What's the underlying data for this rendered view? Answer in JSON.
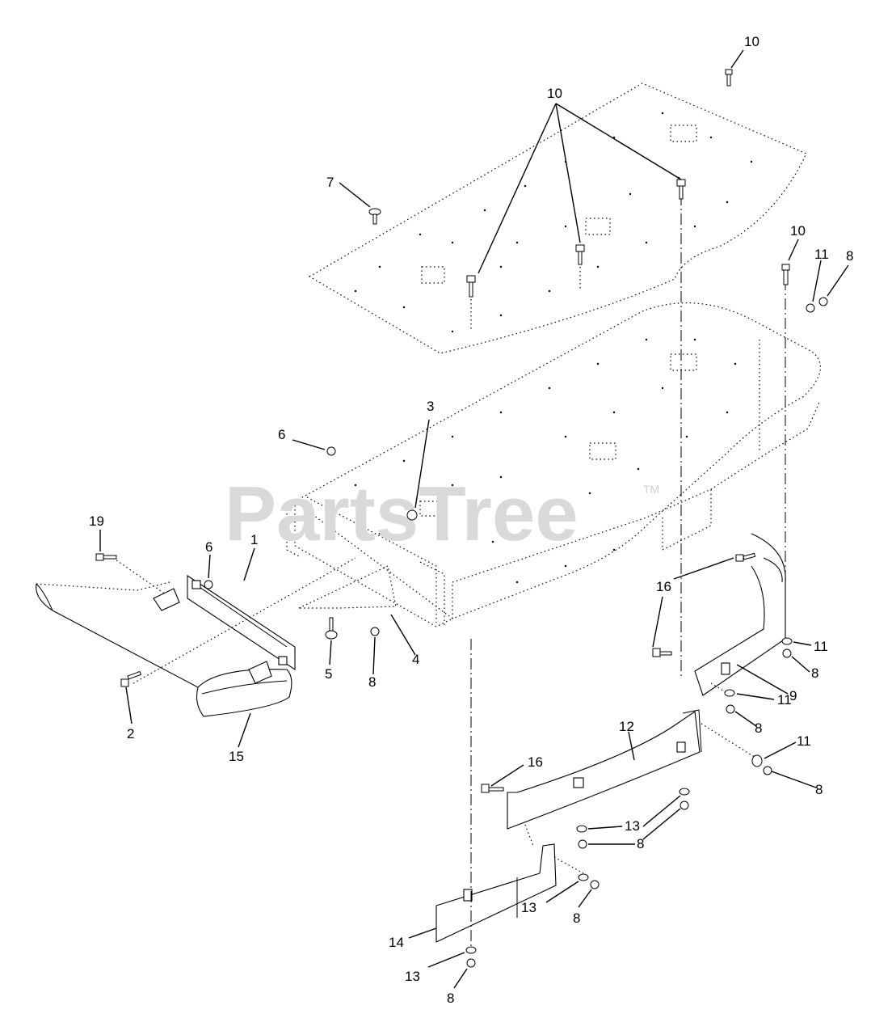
{
  "watermark": {
    "text": "PartsTree",
    "trademark": "TM"
  },
  "callouts": [
    {
      "id": "c1",
      "text": "10"
    },
    {
      "id": "c2",
      "text": "10"
    },
    {
      "id": "c3",
      "text": "7"
    },
    {
      "id": "c4",
      "text": "10"
    },
    {
      "id": "c5",
      "text": "11"
    },
    {
      "id": "c6",
      "text": "8"
    },
    {
      "id": "c7",
      "text": "6"
    },
    {
      "id": "c8",
      "text": "3"
    },
    {
      "id": "c9",
      "text": "19"
    },
    {
      "id": "c10",
      "text": "6"
    },
    {
      "id": "c11",
      "text": "1"
    },
    {
      "id": "c12",
      "text": "16"
    },
    {
      "id": "c13",
      "text": "11"
    },
    {
      "id": "c14",
      "text": "8"
    },
    {
      "id": "c15",
      "text": "5"
    },
    {
      "id": "c16",
      "text": "8"
    },
    {
      "id": "c17",
      "text": "4"
    },
    {
      "id": "c18",
      "text": "9"
    },
    {
      "id": "c19",
      "text": "11"
    },
    {
      "id": "c20",
      "text": "8"
    },
    {
      "id": "c21",
      "text": "2"
    },
    {
      "id": "c22",
      "text": "15"
    },
    {
      "id": "c23",
      "text": "12"
    },
    {
      "id": "c24",
      "text": "11"
    },
    {
      "id": "c25",
      "text": "8"
    },
    {
      "id": "c26",
      "text": "16"
    },
    {
      "id": "c27",
      "text": "13"
    },
    {
      "id": "c28",
      "text": "8"
    },
    {
      "id": "c29",
      "text": "13"
    },
    {
      "id": "c30",
      "text": "8"
    },
    {
      "id": "c31",
      "text": "14"
    },
    {
      "id": "c32",
      "text": "13"
    },
    {
      "id": "c33",
      "text": "8"
    }
  ]
}
